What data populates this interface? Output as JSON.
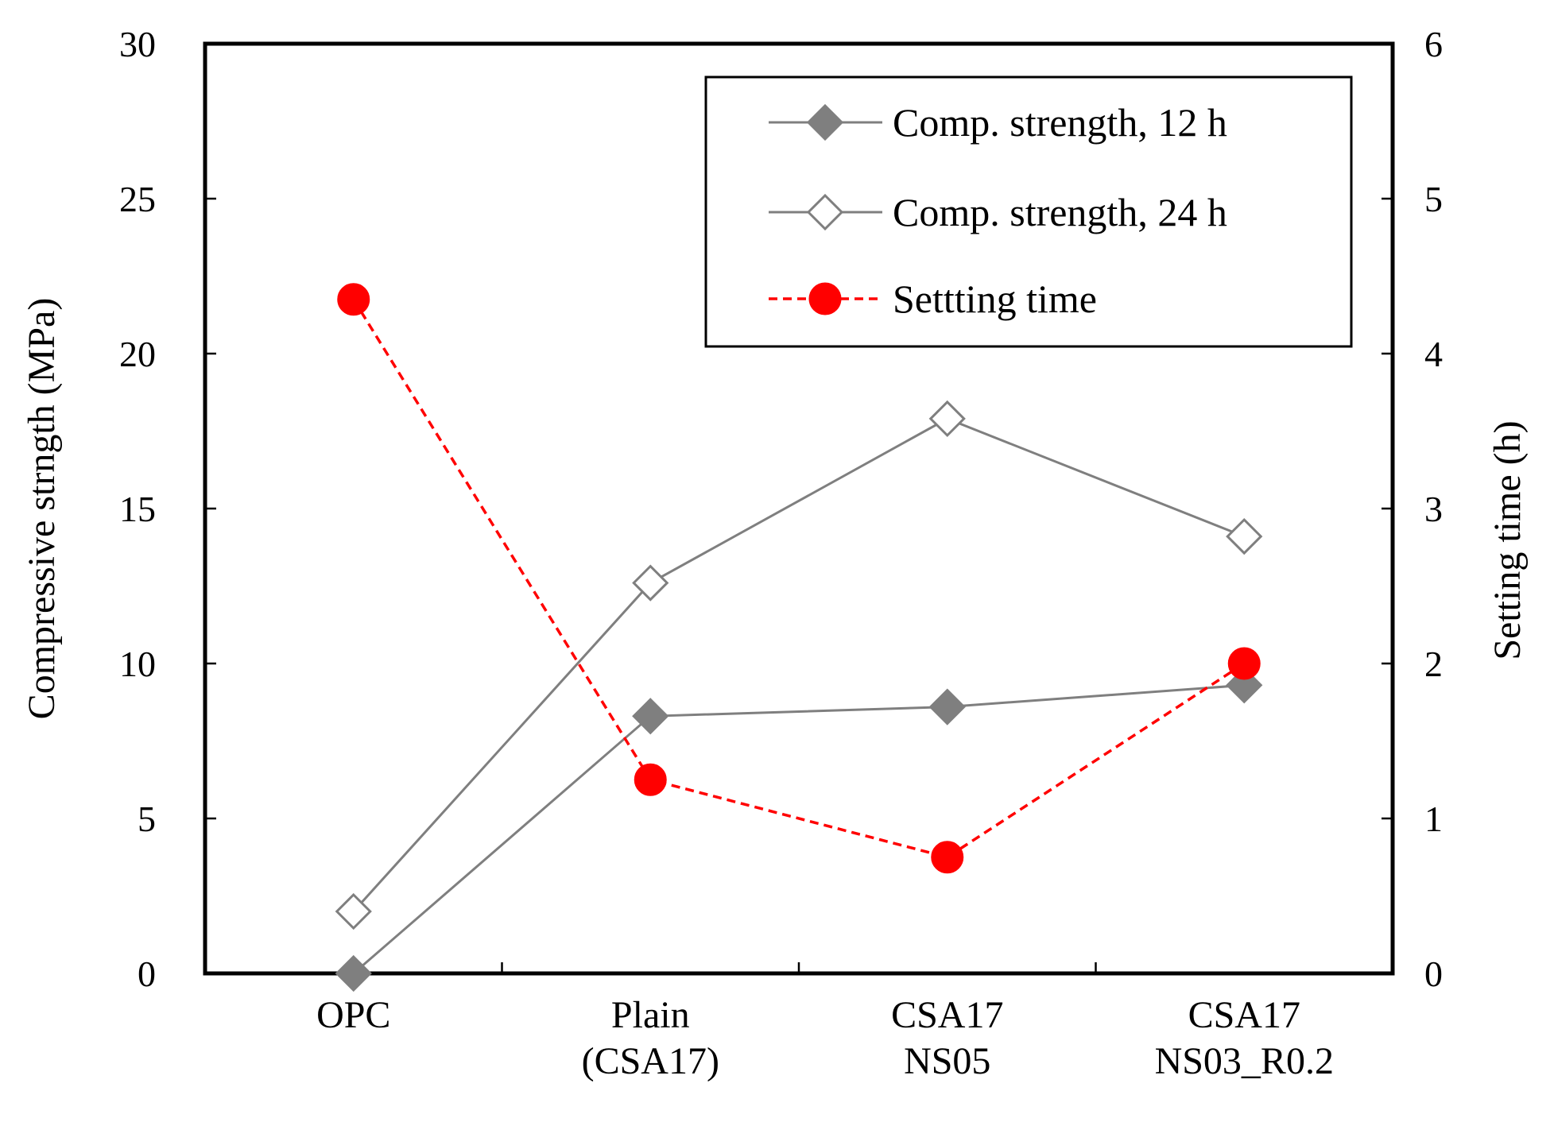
{
  "chart_data": {
    "type": "line",
    "categories": [
      [
        "OPC"
      ],
      [
        "Plain",
        "(CSA17)"
      ],
      [
        "CSA17",
        "NS05"
      ],
      [
        "CSA17",
        "NS03_R0.2"
      ]
    ],
    "ylabel": "Compressive strngth (MPa)",
    "y2label": "Setting time (h)",
    "ylim": [
      0,
      30
    ],
    "y2lim": [
      0,
      6
    ],
    "yticks": [
      "0",
      "5",
      "10",
      "15",
      "20",
      "25",
      "30"
    ],
    "y2ticks": [
      "0",
      "1",
      "2",
      "3",
      "4",
      "5",
      "6"
    ],
    "grid": false,
    "legend_position": "top-right",
    "series": [
      {
        "name": "Comp. strength, 12 h",
        "axis": "left",
        "values": [
          0,
          8.3,
          8.6,
          9.3
        ],
        "color": "#7f7f7f",
        "marker": "diamond-filled",
        "line": "solid"
      },
      {
        "name": "Comp. strength, 24 h",
        "axis": "left",
        "values": [
          2.0,
          12.6,
          17.9,
          14.1
        ],
        "color": "#7f7f7f",
        "marker": "diamond-open",
        "line": "solid"
      },
      {
        "name": "Settting time",
        "axis": "right",
        "values": [
          4.35,
          1.25,
          0.75,
          2.0
        ],
        "color": "#ff0000",
        "marker": "circle-filled",
        "line": "dashed"
      }
    ]
  }
}
